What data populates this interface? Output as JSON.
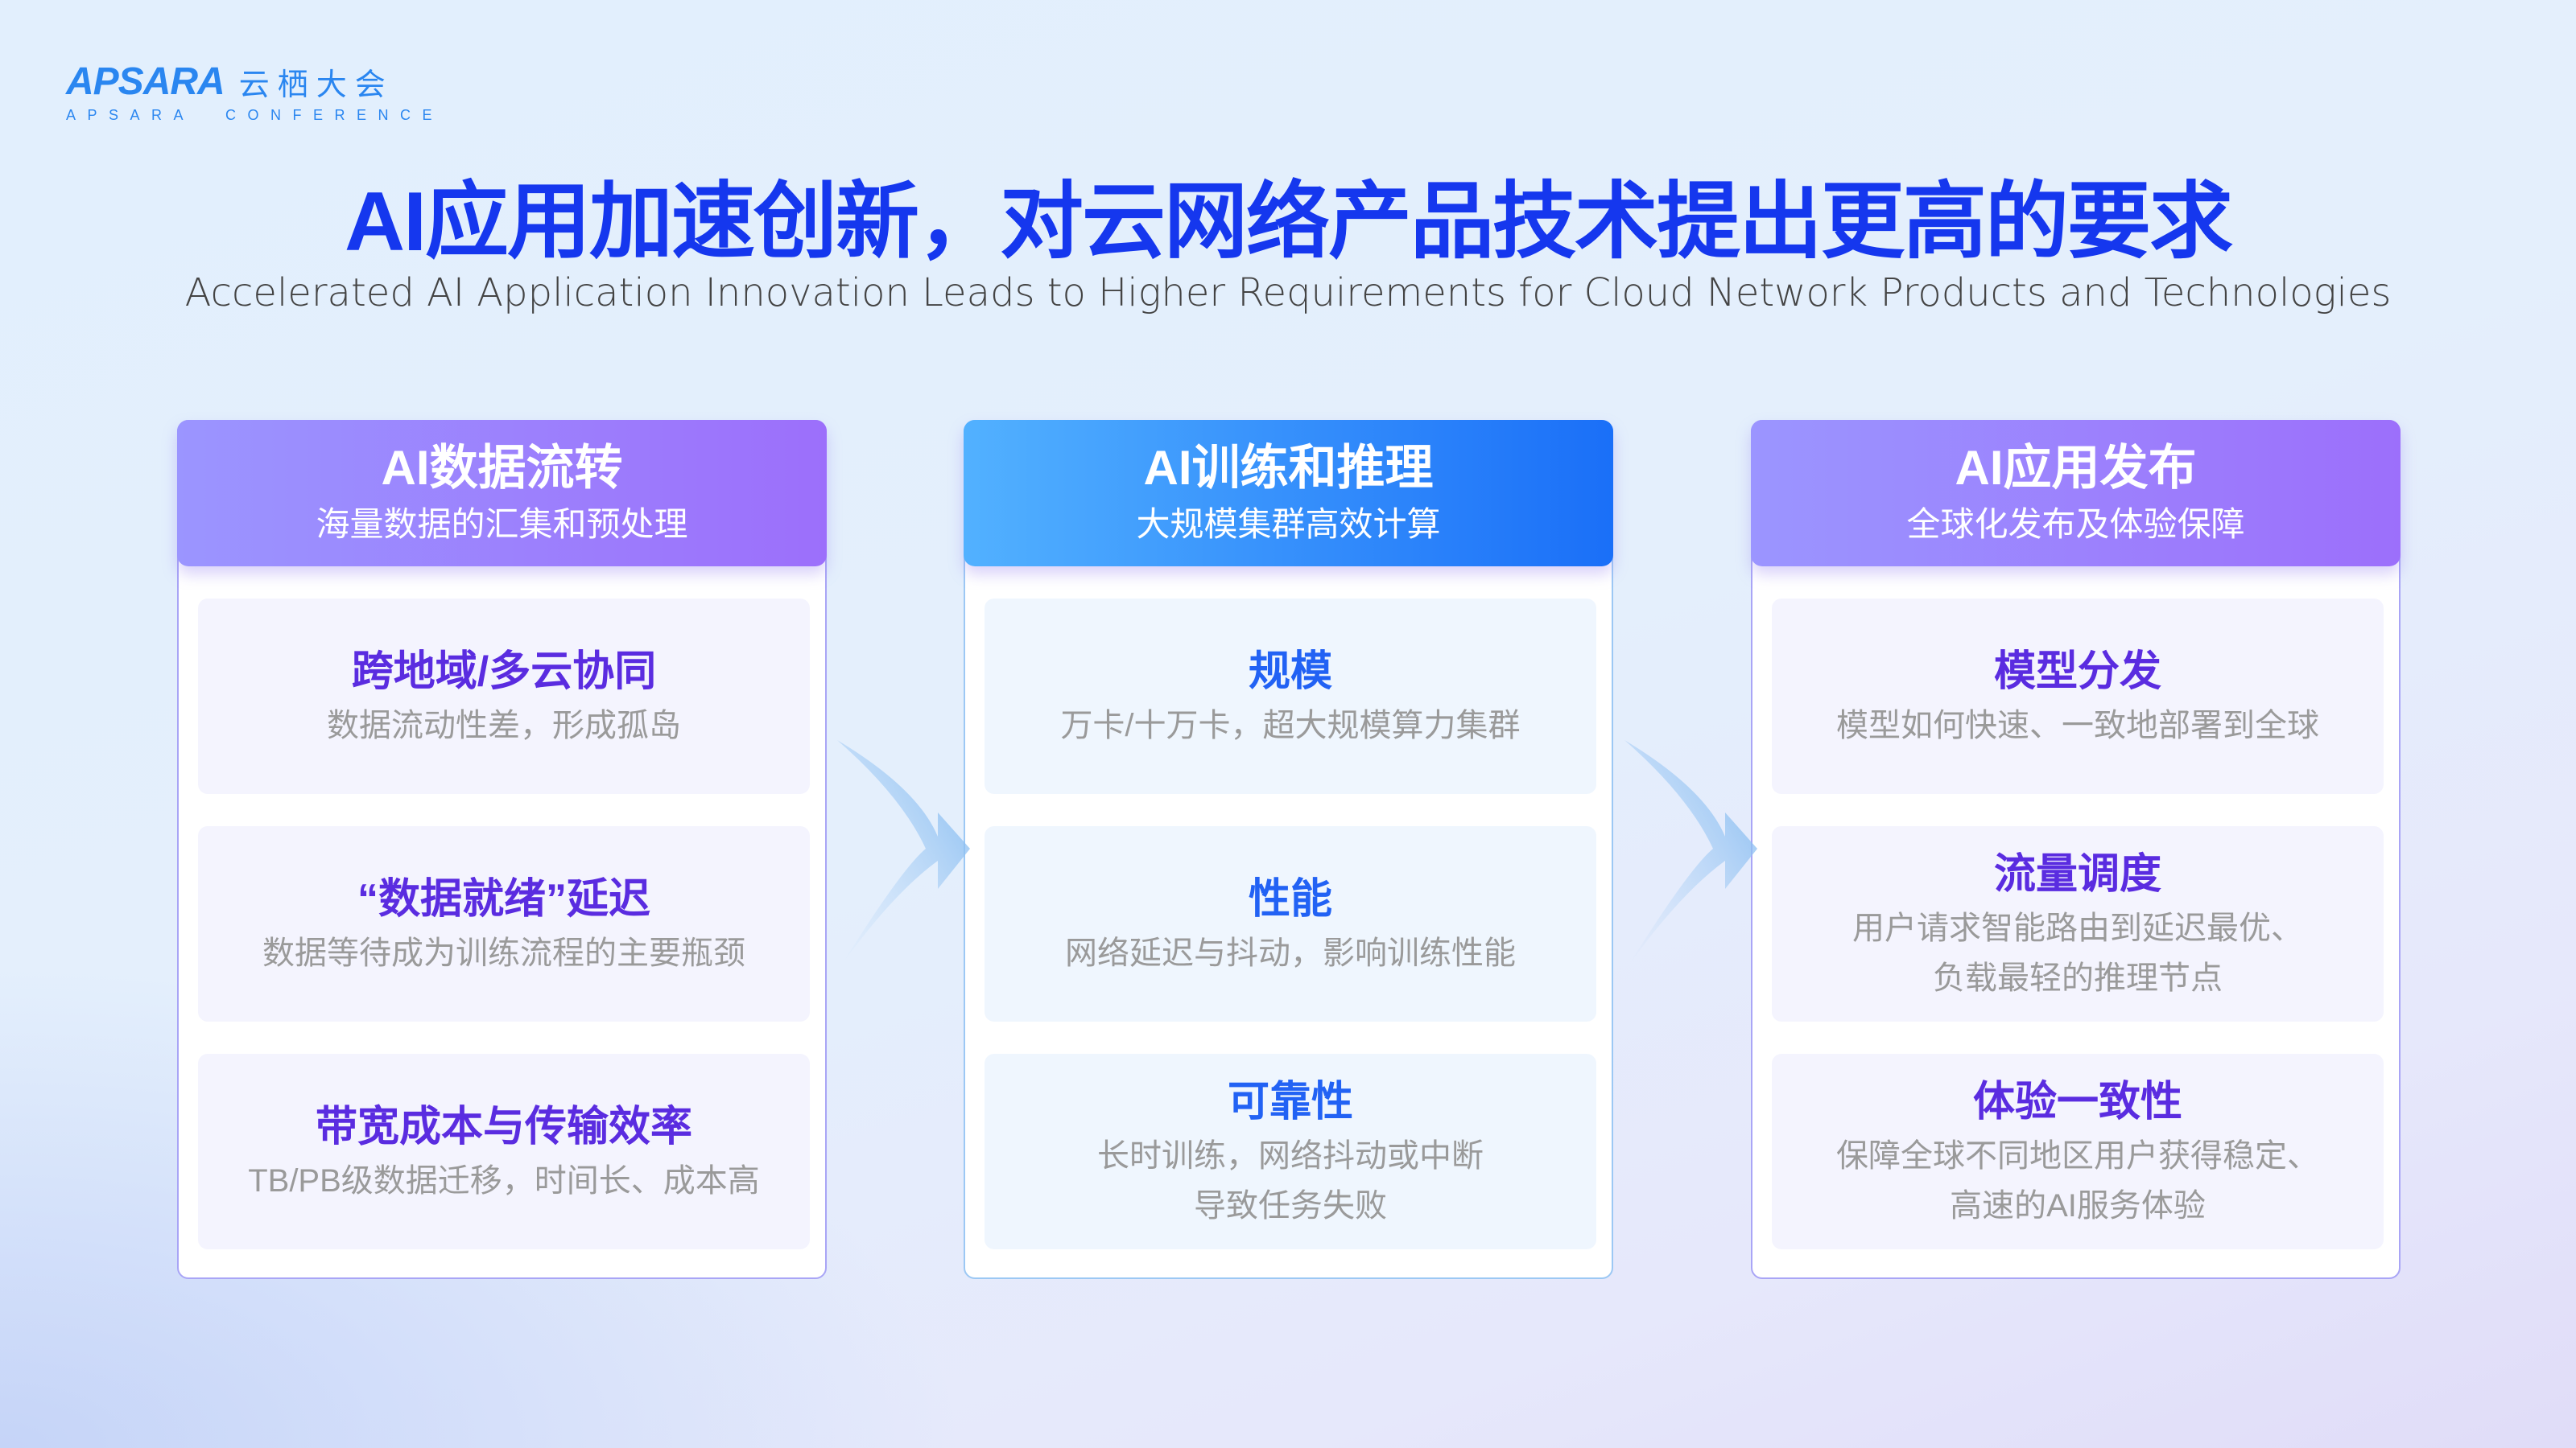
{
  "logo": {
    "brand": "APSARA",
    "cn": "云栖大会",
    "sub": "APSARA  CONFERENCE"
  },
  "title": "AI应用加速创新，对云网络产品技术提出更高的要求",
  "subtitle": "Accelerated AI Application Innovation Leads to Higher Requirements for Cloud Network Products and Technologies",
  "columns": [
    {
      "title": "AI数据流转",
      "subtitle": "海量数据的汇集和预处理",
      "items": [
        {
          "title": "跨地域/多云协同",
          "desc": [
            "数据流动性差，形成孤岛"
          ]
        },
        {
          "title": "“数据就绪”延迟",
          "desc": [
            "数据等待成为训练流程的主要瓶颈"
          ]
        },
        {
          "title": "带宽成本与传输效率",
          "desc": [
            "TB/PB级数据迁移，时间长、成本高"
          ]
        }
      ]
    },
    {
      "title": "AI训练和推理",
      "subtitle": "大规模集群高效计算",
      "items": [
        {
          "title": "规模",
          "desc": [
            "万卡/十万卡，超大规模算力集群"
          ]
        },
        {
          "title": "性能",
          "desc": [
            "网络延迟与抖动，影响训练性能"
          ]
        },
        {
          "title": "可靠性",
          "desc": [
            "长时训练，网络抖动或中断",
            "导致任务失败"
          ]
        }
      ]
    },
    {
      "title": "AI应用发布",
      "subtitle": "全球化发布及体验保障",
      "items": [
        {
          "title": "模型分发",
          "desc": [
            "模型如何快速、一致地部署到全球"
          ]
        },
        {
          "title": "流量调度",
          "desc": [
            "用户请求智能路由到延迟最优、",
            "负载最轻的推理节点"
          ]
        },
        {
          "title": "体验一致性",
          "desc": [
            "保障全球不同地区用户获得稳定、",
            "高速的AI服务体验"
          ]
        }
      ]
    }
  ]
}
